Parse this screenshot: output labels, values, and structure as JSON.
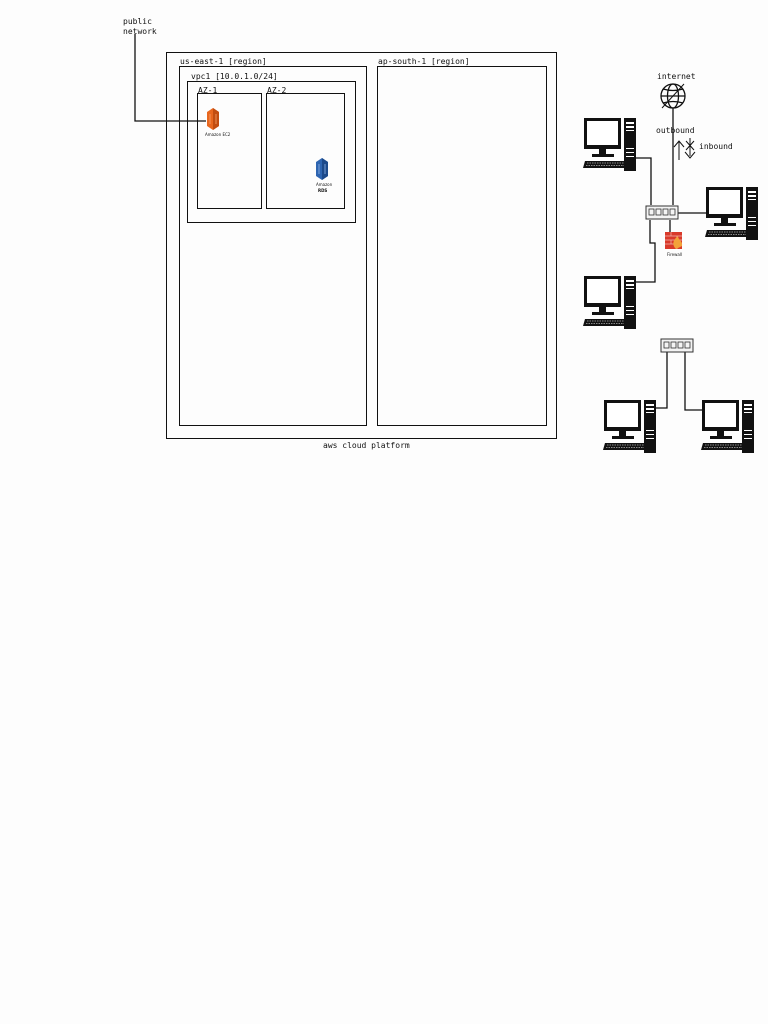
{
  "public_network": {
    "line1": "public",
    "line2": "network"
  },
  "aws_cloud": {
    "label": "aws cloud platform",
    "regions": {
      "us_east": {
        "label": "us-east-1 [region]",
        "vpc": {
          "label": "vpc1 [10.0.1.0/24]",
          "az1": {
            "label": "AZ-1",
            "service_label": "Amazon EC2"
          },
          "az2": {
            "label": "AZ-2",
            "service_label1": "Amazon",
            "service_label2": "RDS"
          }
        }
      },
      "ap_south": {
        "label": "ap-south-1 [region]"
      }
    }
  },
  "on_prem": {
    "internet_label": "internet",
    "outbound_label": "outbound",
    "inbound_label": "inbound",
    "firewall_label": "Firewall"
  },
  "colors": {
    "ec2": "#e8671f",
    "rds": "#2e65b1",
    "firewall": "#d93a2b"
  }
}
